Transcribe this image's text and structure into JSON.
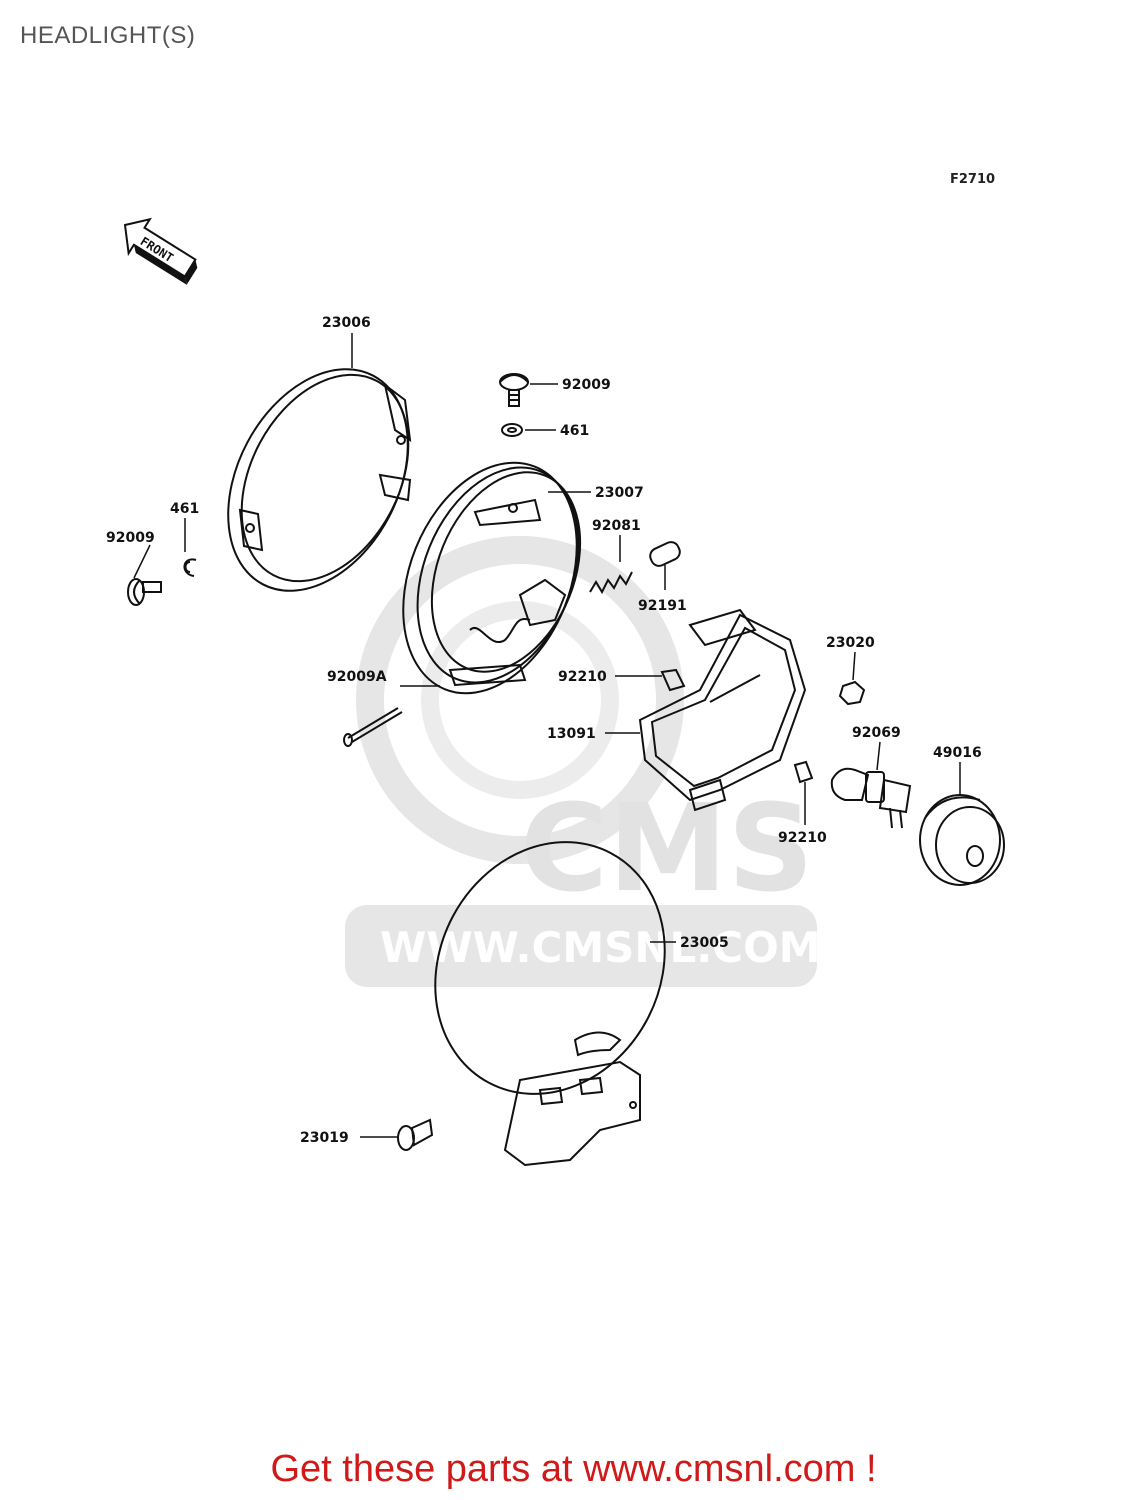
{
  "header": {
    "title": "HEADLIGHT(S)"
  },
  "figure": {
    "code": "F2710",
    "front_label": "FRONT"
  },
  "watermark": {
    "brand": "CMS",
    "url": "WWW.CMSNL.COM"
  },
  "callouts": {
    "c23006": "23006",
    "c92009_top": "92009",
    "c461_top": "461",
    "c23007": "23007",
    "c461_left": "461",
    "c92009_left": "92009",
    "c92081": "92081",
    "c92191": "92191",
    "c23020": "23020",
    "c92009A": "92009A",
    "c92210_upper": "92210",
    "c13091": "13091",
    "c92069": "92069",
    "c49016": "49016",
    "c92210_lower": "92210",
    "c23005": "23005",
    "c23019": "23019"
  },
  "footer": {
    "text": "Get these parts at www.cmsnl.com !"
  },
  "colors": {
    "footer": "#d01a1a",
    "line": "#111111",
    "watermark": "#e2e2e2"
  }
}
